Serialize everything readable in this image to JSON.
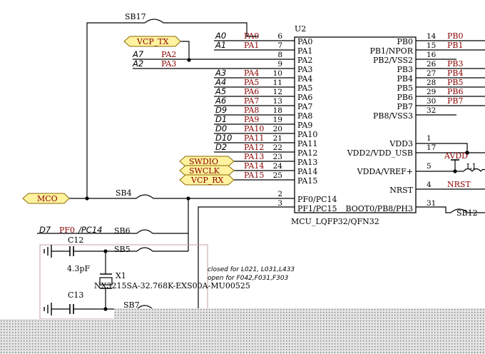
{
  "mcu": {
    "ref": "U2",
    "part": "MCU_LQFP32/QFN32",
    "left_pins": [
      {
        "num": "6",
        "name": "PA0",
        "net": "PA0",
        "ard": "A0"
      },
      {
        "num": "7",
        "name": "PA1",
        "net": "PA1",
        "ard": "A1"
      },
      {
        "num": "8",
        "name": "PA2",
        "net": "PA2",
        "ard": "A7"
      },
      {
        "num": "9",
        "name": "PA3",
        "net": "PA3",
        "ard": "A2"
      },
      {
        "num": "10",
        "name": "PA4",
        "net": "PA4",
        "ard": "A3"
      },
      {
        "num": "11",
        "name": "PA5",
        "net": "PA5",
        "ard": "A4"
      },
      {
        "num": "12",
        "name": "PA6",
        "net": "PA6",
        "ard": "A5"
      },
      {
        "num": "13",
        "name": "PA7",
        "net": "PA7",
        "ard": "A6"
      },
      {
        "num": "18",
        "name": "PA8",
        "net": "PA8",
        "ard": "D9"
      },
      {
        "num": "19",
        "name": "PA9",
        "net": "PA9",
        "ard": "D1"
      },
      {
        "num": "20",
        "name": "PA10",
        "net": "PA10",
        "ard": "D0"
      },
      {
        "num": "21",
        "name": "PA11",
        "net": "PA11",
        "ard": "D10"
      },
      {
        "num": "22",
        "name": "PA12",
        "net": "PA12",
        "ard": "D2"
      },
      {
        "num": "23",
        "name": "PA13",
        "net": "PA13",
        "ard": ""
      },
      {
        "num": "24",
        "name": "PA14",
        "net": "PA14",
        "ard": ""
      },
      {
        "num": "25",
        "name": "PA15",
        "net": "PA15",
        "ard": ""
      },
      {
        "num": "2",
        "name": "PF0/PC14",
        "net": "",
        "ard": ""
      },
      {
        "num": "3",
        "name": "PF1/PC15",
        "net": "",
        "ard": ""
      }
    ],
    "right_pins": [
      {
        "num": "14",
        "name": "PB0",
        "net": "PB0"
      },
      {
        "num": "15",
        "name": "PB1/NPOR",
        "net": "PB1"
      },
      {
        "num": "16",
        "name": "PB2/VSS2",
        "net": ""
      },
      {
        "num": "26",
        "name": "PB3",
        "net": "PB3"
      },
      {
        "num": "27",
        "name": "PB4",
        "net": "PB4"
      },
      {
        "num": "28",
        "name": "PB5",
        "net": "PB5"
      },
      {
        "num": "29",
        "name": "PB6",
        "net": "PB6"
      },
      {
        "num": "30",
        "name": "PB7",
        "net": "PB7"
      },
      {
        "num": "32",
        "name": "PB8/VSS3",
        "net": ""
      },
      {
        "num": "1",
        "name": "VDD3",
        "net": ""
      },
      {
        "num": "17",
        "name": "VDD2/VDD_USB",
        "net": ""
      },
      {
        "num": "5",
        "name": "VDDA/VREF+",
        "net": ""
      },
      {
        "num": "4",
        "name": "NRST",
        "net": "NRST"
      },
      {
        "num": "31",
        "name": "BOOT0/PB8/PH3",
        "net": ""
      }
    ]
  },
  "tags": {
    "vcp_tx": "VCP_TX",
    "swdio": "SWDIO",
    "swclk": "SWCLK",
    "vcp_rx": "VCP_RX",
    "mco": "MCO"
  },
  "labels": {
    "avdd": "AVDD",
    "l1": "L1",
    "sb17": "SB17",
    "sb4": "SB4",
    "sb6": "SB6",
    "sb5": "SB5",
    "sb7": "SB7",
    "sb12": "SB12",
    "d7": "D7",
    "pf0": "PF0",
    "pc14": "/PC14",
    "c12": "C12",
    "c12_val": "4.3pF",
    "c13": "C13",
    "x1": "X1",
    "x1_part": "NX3215SA-32.768K-EXS00A-MU00525",
    "note1": "closed for L021, L031,L433",
    "note2": "open for F042,F031,F303"
  }
}
